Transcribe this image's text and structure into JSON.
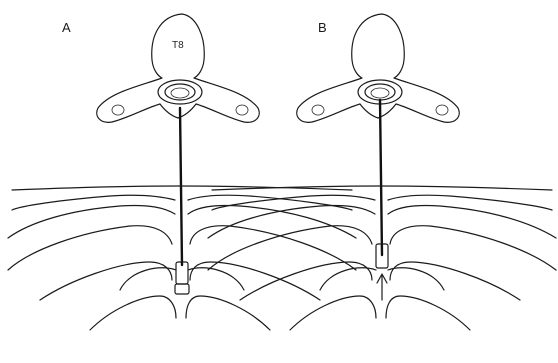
{
  "panels": [
    {
      "label": "A",
      "vertebra_label": "T8"
    },
    {
      "label": "B"
    }
  ]
}
